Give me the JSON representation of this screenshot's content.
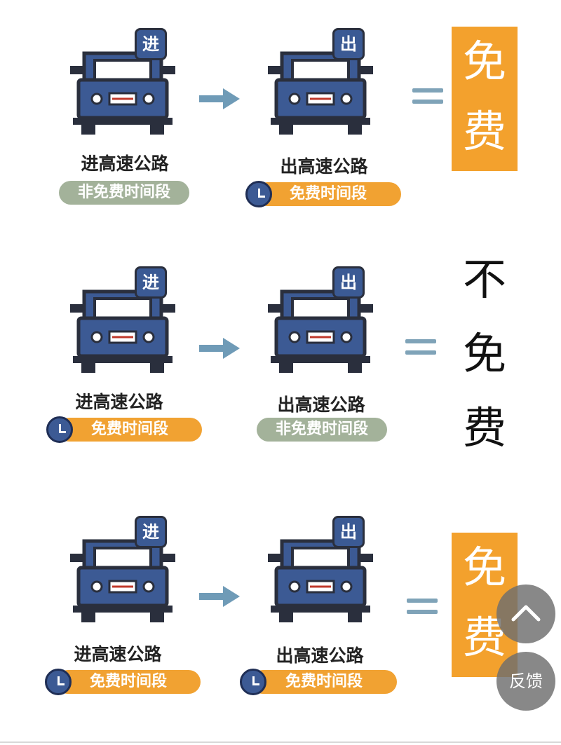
{
  "rows": [
    {
      "entry_badge": "进",
      "exit_badge": "出",
      "entry_label": "进高速公路",
      "exit_label": "出高速公路",
      "entry_period": "非免费时间段",
      "exit_period": "免费时间段",
      "result": [
        "免",
        "费"
      ]
    },
    {
      "entry_badge": "进",
      "exit_badge": "出",
      "entry_label": "进高速公路",
      "exit_label": "出高速公路",
      "entry_period": "免费时间段",
      "exit_period": "非免费时间段",
      "result": [
        "不",
        "免",
        "费"
      ]
    },
    {
      "entry_badge": "进",
      "exit_badge": "出",
      "entry_label": "进高速公路",
      "exit_label": "出高速公路",
      "entry_period": "免费时间段",
      "exit_period": "免费时间段",
      "result": [
        "免",
        "费"
      ]
    }
  ],
  "floating": {
    "feedback_label": "反馈"
  },
  "colors": {
    "car_body": "#3c5a94",
    "outline": "#2a2f3d",
    "free": "#f1a232",
    "nonfree": "#a3b29a",
    "arrow": "#6f9bb7",
    "result_box": "#f3a12d"
  }
}
